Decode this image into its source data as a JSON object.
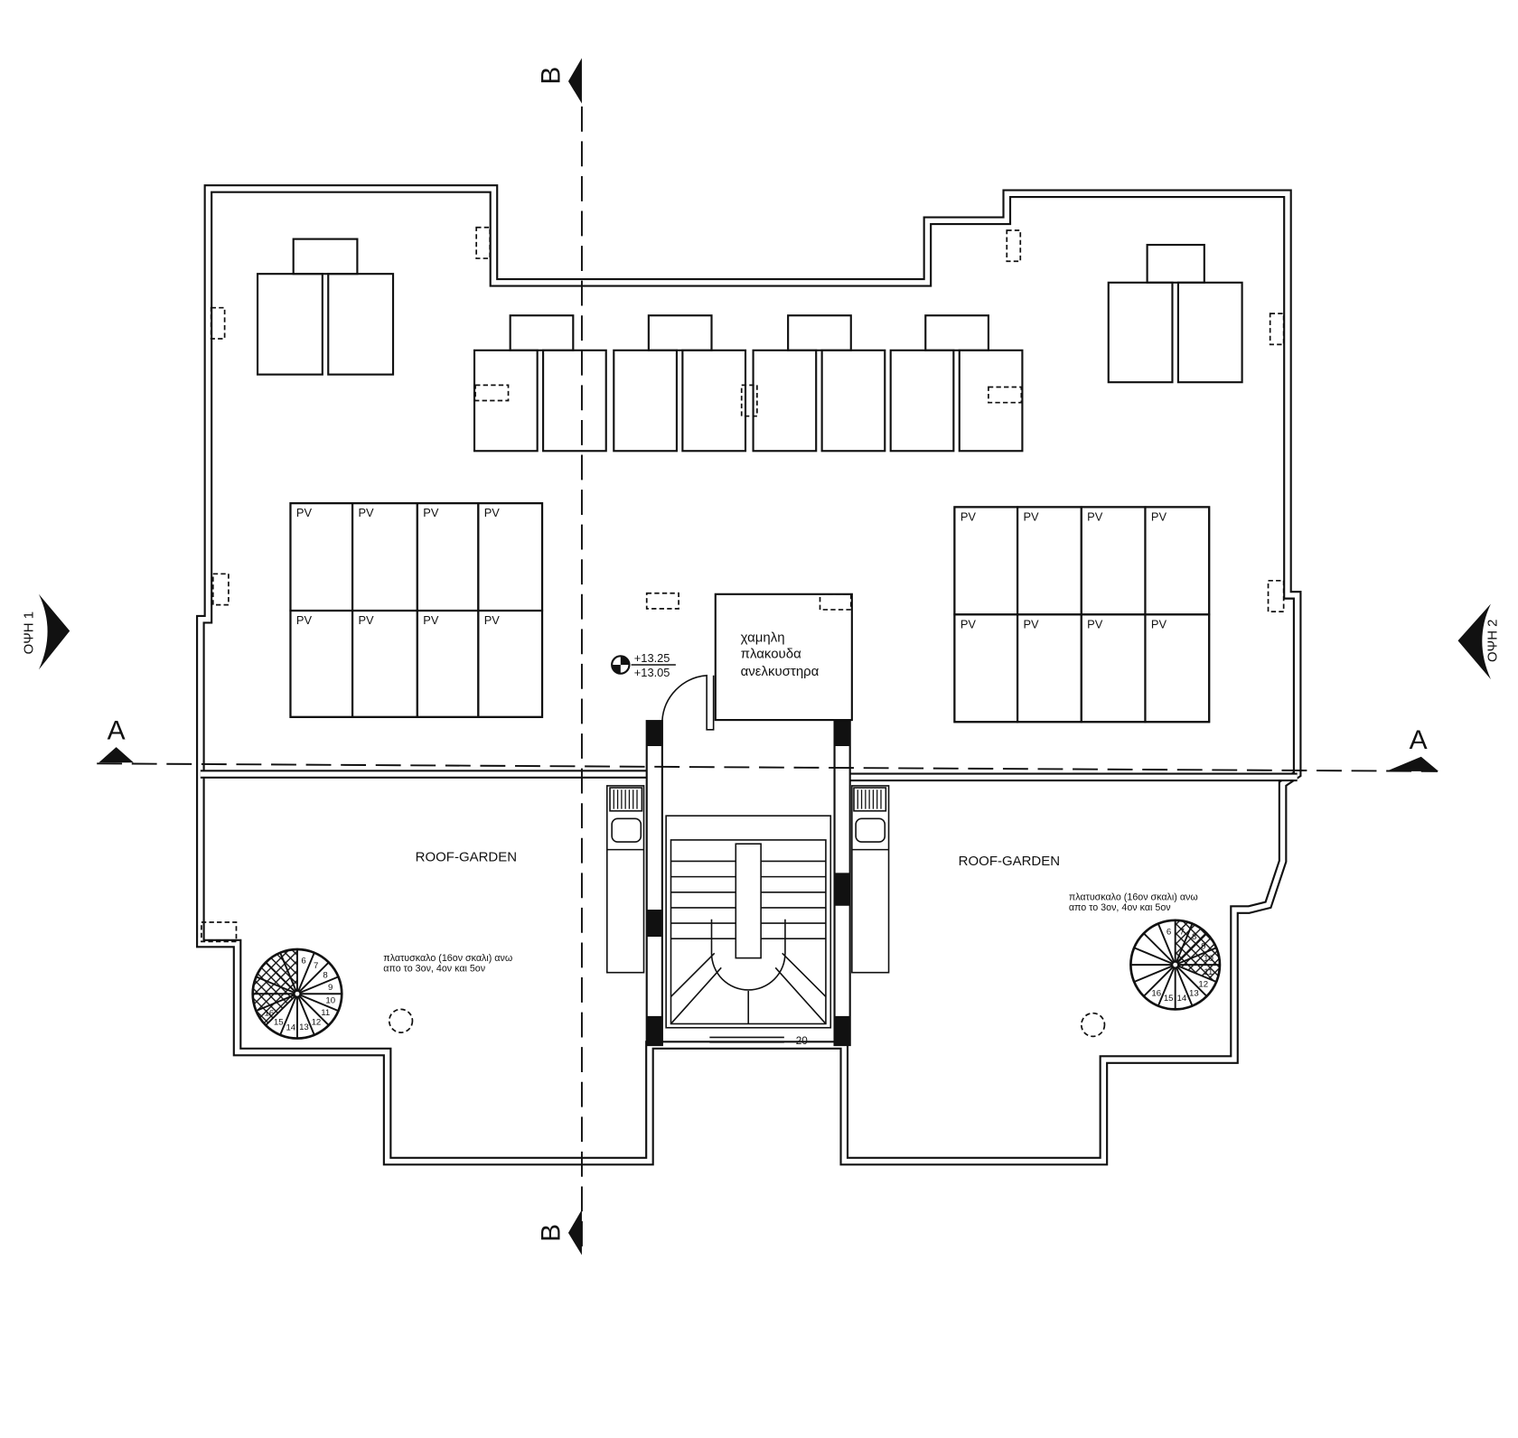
{
  "sections": {
    "a_left": "A",
    "a_right": "A",
    "b_top": "B",
    "b_bottom": "B"
  },
  "elevations": {
    "left": "ΟΨΗ 1",
    "right": "ΟΨΗ 2"
  },
  "level": {
    "top": "+13.25",
    "bottom": "+13.05"
  },
  "elevator_note": [
    "χαμηλη",
    "πλακουδα",
    "ανελκυστηρα"
  ],
  "roof_garden_left": "ROOF-GARDEN",
  "roof_garden_right": "ROOF-GARDEN",
  "spiral_note_left": [
    "πλατυσκαλο (16ον σκαλι) ανω",
    "απο το 3ον, 4ον και 5ον"
  ],
  "spiral_note_right": [
    "πλατυσκαλο (16ον σκαλι) ανω",
    "απο το 3ον, 4ον και 5ον"
  ],
  "pv_label": "PV",
  "pv_left_count": 8,
  "pv_right_count": 8,
  "stair_width_label": "20",
  "spiral_steps": [
    "6",
    "7",
    "8",
    "9",
    "10",
    "11",
    "12",
    "13",
    "14",
    "15",
    "16"
  ]
}
